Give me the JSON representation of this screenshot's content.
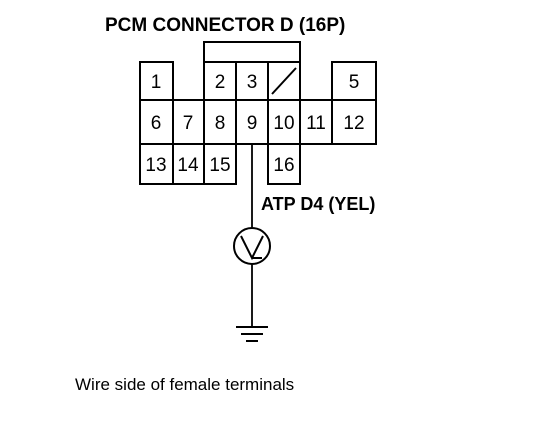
{
  "diagram": {
    "title": "PCM CONNECTOR D (16P)",
    "wire_label": "ATP D4 (YEL)",
    "caption": "Wire side of female terminals",
    "meter_symbol": "voltmeter-icon",
    "ground_symbol": "ground-icon",
    "connector": {
      "row1": [
        "1",
        "2",
        "3",
        "",
        "5"
      ],
      "row2": [
        "6",
        "7",
        "8",
        "9",
        "10",
        "11",
        "12"
      ],
      "row3": [
        "13",
        "14",
        "15",
        "16"
      ]
    }
  }
}
